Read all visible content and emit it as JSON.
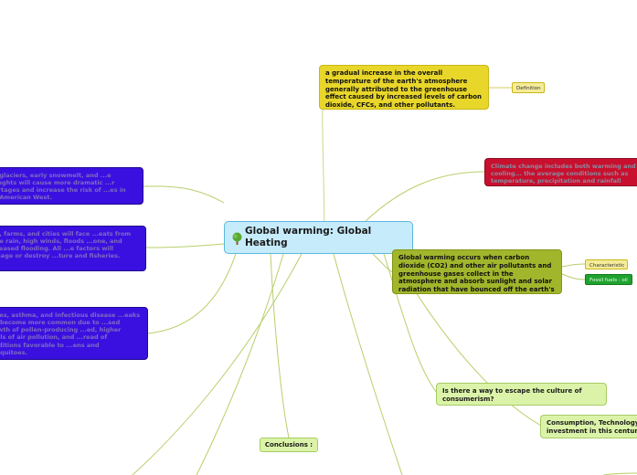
{
  "central": {
    "title": "Global warming: Global Heating",
    "icon": "tree-icon"
  },
  "nodes": {
    "definition_text": "a gradual increase in the overall temperature of the earth's atmosphere generally attributed to the greenhouse effect caused by increased levels of carbon dioxide, CFCs, and other pollutants.",
    "definition_tag": "Definition",
    "climate_change_text": "Climate change includes both warming and cooling... the average conditions such as temperature, precipitation and rainfall",
    "characteristics_text": "Global warming occurs when carbon dioxide (CO2) and other air pollutants and greenhouse gases collect in the atmosphere and absorb sunlight and solar radiation that have bounced off the earth's surface.",
    "characteristics_tag": "Characteristic",
    "fossil_fuels_tag": "Fossil fuels : oil",
    "left_1_text": "...g glaciers, early snowmelt, and ...e droughts will cause more dramatic ...r shortages and increase the risk of ...es in the American West.",
    "left_2_text": "...ts, farms, and cities will face ...eats from more rain, high winds, floods ...one, and increased flooding. All ...e factors will damage or destroy ...ture and fisheries.",
    "left_3_text": "...gies, asthma, and infectious disease ...eaks will become more common due to ...sed growth of pollen-producing ...ed, higher levels of air pollution, and ...read of conditions favorable to ...ens and mosquitoes.",
    "consumerism_text": "Is there a way to escape the culture of consumerism?",
    "consumption_text": "Consumption, Technology investment in this century",
    "conclusions_text": "Conclusions :"
  },
  "colors": {
    "central": "#c6ecfb",
    "definition": "#e8d62a",
    "climate_change": "#c8102e",
    "characteristics": "#a2b62c",
    "effects": "#3a10e0",
    "questions": "#dbf3a8",
    "fossil_fuels": "#1fa22e"
  }
}
